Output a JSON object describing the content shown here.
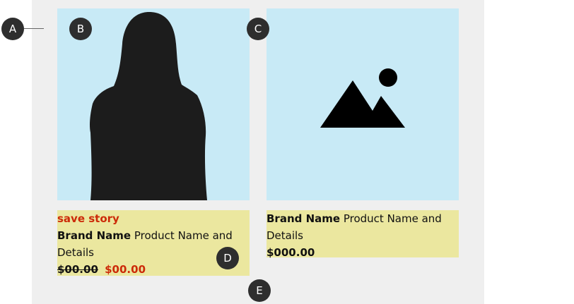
{
  "annotations": {
    "a": "A",
    "b": "B",
    "c": "C",
    "d": "D",
    "e": "E"
  },
  "cards": [
    {
      "image_type": "person-silhouette",
      "promo": "save story",
      "brand": "Brand Name",
      "product": "Product Name and Details",
      "original_price": "$00.00",
      "sale_price": "$00.00"
    },
    {
      "image_type": "image-placeholder",
      "brand": "Brand Name",
      "product": "Product Name and Details",
      "price": "$000.00"
    }
  ],
  "colors": {
    "panel_background": "#efefef",
    "image_background": "#c8eaf6",
    "info_background": "#ebe79f",
    "sale_accent": "#cc2a08",
    "badge": "#2e2e2e"
  }
}
